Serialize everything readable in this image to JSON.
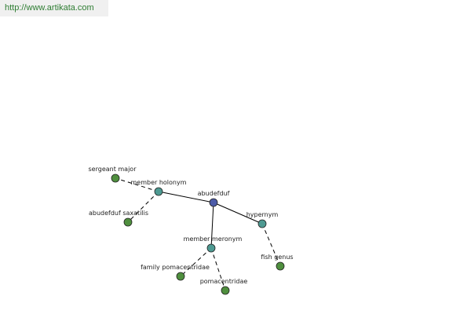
{
  "banner": {
    "url_text": "http://www.artikata.com"
  },
  "colors": {
    "banner_text": "#2e7d32",
    "banner_background": "#f0f0f0",
    "root_node": "#4c5ba8",
    "relation_node": "#4e9a92",
    "leaf_node": "#4f8f3e"
  },
  "graph": {
    "nodes": [
      {
        "id": "abudefduf",
        "label": "abudefduf",
        "kind": "root"
      },
      {
        "id": "member_holonym",
        "label": "member holonym",
        "kind": "relation"
      },
      {
        "id": "hypernym",
        "label": "hypernym",
        "kind": "relation"
      },
      {
        "id": "member_meronym",
        "label": "member meronym",
        "kind": "relation"
      },
      {
        "id": "sergeant_major",
        "label": "sergeant major",
        "kind": "leaf"
      },
      {
        "id": "abudefduf_saxatilis",
        "label": "abudefduf saxatilis",
        "kind": "leaf"
      },
      {
        "id": "fish_genus",
        "label": "fish genus",
        "kind": "leaf"
      },
      {
        "id": "family_pomacentridae",
        "label": "family pomacentridae",
        "kind": "leaf"
      },
      {
        "id": "pomacentridae",
        "label": "pomacentridae",
        "kind": "leaf"
      }
    ],
    "edges": [
      {
        "from": "abudefduf",
        "to": "member_holonym",
        "style": "solid"
      },
      {
        "from": "abudefduf",
        "to": "hypernym",
        "style": "solid"
      },
      {
        "from": "abudefduf",
        "to": "member_meronym",
        "style": "solid"
      },
      {
        "from": "member_holonym",
        "to": "sergeant_major",
        "style": "dashed"
      },
      {
        "from": "member_holonym",
        "to": "abudefduf_saxatilis",
        "style": "dashed"
      },
      {
        "from": "hypernym",
        "to": "fish_genus",
        "style": "dashed"
      },
      {
        "from": "member_meronym",
        "to": "family_pomacentridae",
        "style": "dashed"
      },
      {
        "from": "member_meronym",
        "to": "pomacentridae",
        "style": "dashed"
      }
    ]
  }
}
